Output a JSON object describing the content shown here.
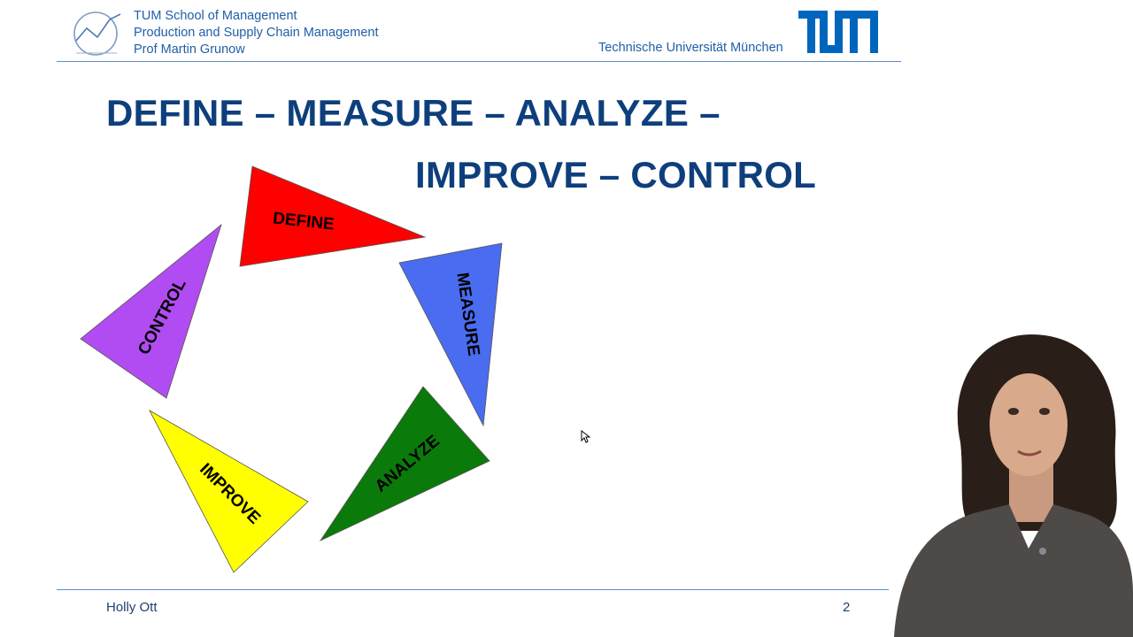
{
  "header": {
    "line1": "TUM School of Management",
    "line2": "Production and Supply Chain Management",
    "line3": "Prof Martin Grunow",
    "university": "Technische Universität München",
    "logo_text": "TUM",
    "logo_color": "#0065bd"
  },
  "slide": {
    "title_line1": "DEFINE – MEASURE – ANALYZE –",
    "title_line2": "IMPROVE  – CONTROL",
    "title_color": "#0e3f7c"
  },
  "cycle": {
    "steps": [
      {
        "label": "DEFINE",
        "color": "#ff0000"
      },
      {
        "label": "MEASURE",
        "color": "#4a6cf0"
      },
      {
        "label": "ANALYZE",
        "color": "#0a7a0a"
      },
      {
        "label": "IMPROVE",
        "color": "#ffff00"
      },
      {
        "label": "CONTROL",
        "color": "#b14cf2"
      }
    ]
  },
  "footer": {
    "presenter_name": "Holly Ott",
    "page_number": "2"
  }
}
